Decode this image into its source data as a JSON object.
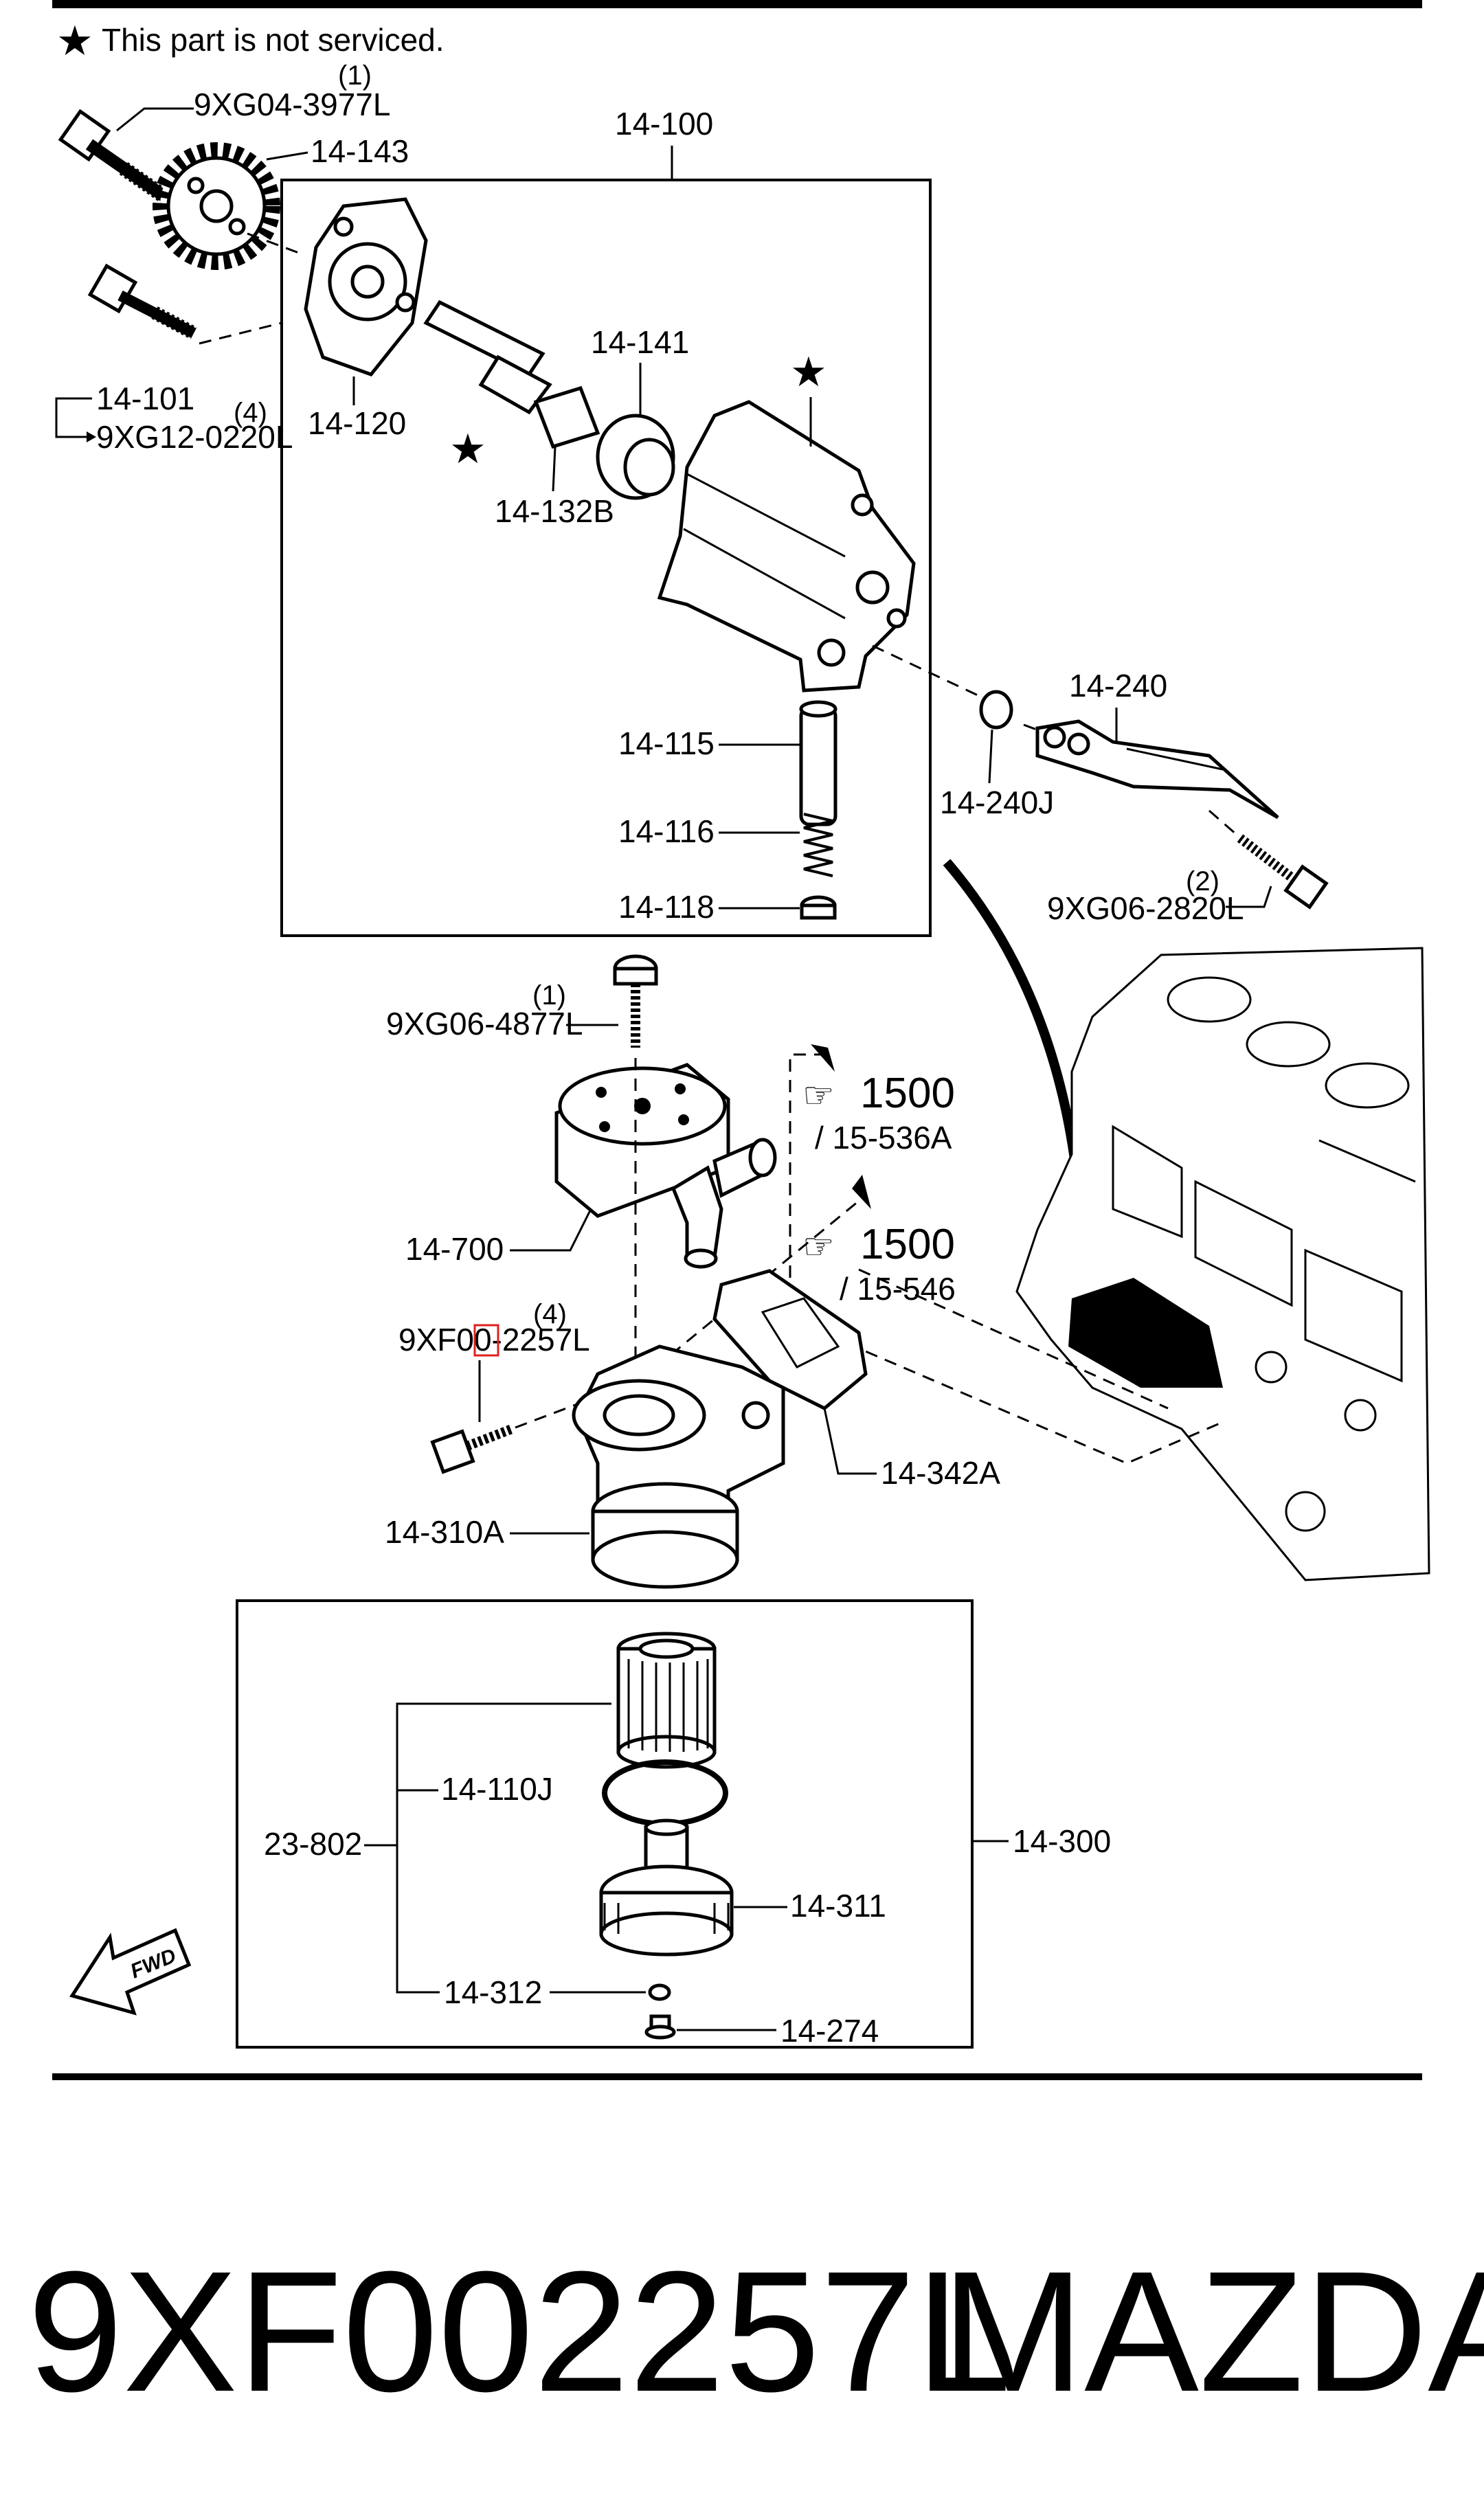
{
  "note": "This part is not serviced.",
  "labels": {
    "l_14_100": "14-100",
    "l_9xg04": "9XG04-3977L",
    "l_9xg04_qty": "(1)",
    "l_14_143": "14-143",
    "l_14_101": "14-101",
    "l_9xg12": "9XG12-0220L",
    "l_9xg12_qty": "(4)",
    "l_14_120": "14-120",
    "l_14_141": "14-141",
    "l_14_132b": "14-132B",
    "l_14_115": "14-115",
    "l_14_116": "14-116",
    "l_14_118": "14-118",
    "l_14_240": "14-240",
    "l_14_240j": "14-240J",
    "l_9xg06_2820": "9XG06-2820L",
    "l_9xg06_2820_qty": "(2)",
    "l_9xg06_4877": "9XG06-4877L",
    "l_9xg06_4877_qty": "(1)",
    "l_1500_a": "1500",
    "l_15_536a": "/ 15-536A",
    "l_1500_b": "1500",
    "l_15_546": "/ 15-546",
    "l_14_700": "14-700",
    "l_9xf00": "9XF00-2257L",
    "l_9xf00_qty": "(4)",
    "l_14_342a": "14-342A",
    "l_14_310a": "14-310A",
    "l_23_802": "23-802",
    "l_14_110j": "14-110J",
    "l_14_300": "14-300",
    "l_14_311": "14-311",
    "l_14_312": "14-312",
    "l_14_274": "14-274",
    "l_fwd": "FWD"
  },
  "footer": {
    "part_number": "9XF002257L",
    "brand": "MAZDA"
  },
  "colors": {
    "ink": "#000000",
    "highlight": "#e02020",
    "background": "#ffffff"
  }
}
